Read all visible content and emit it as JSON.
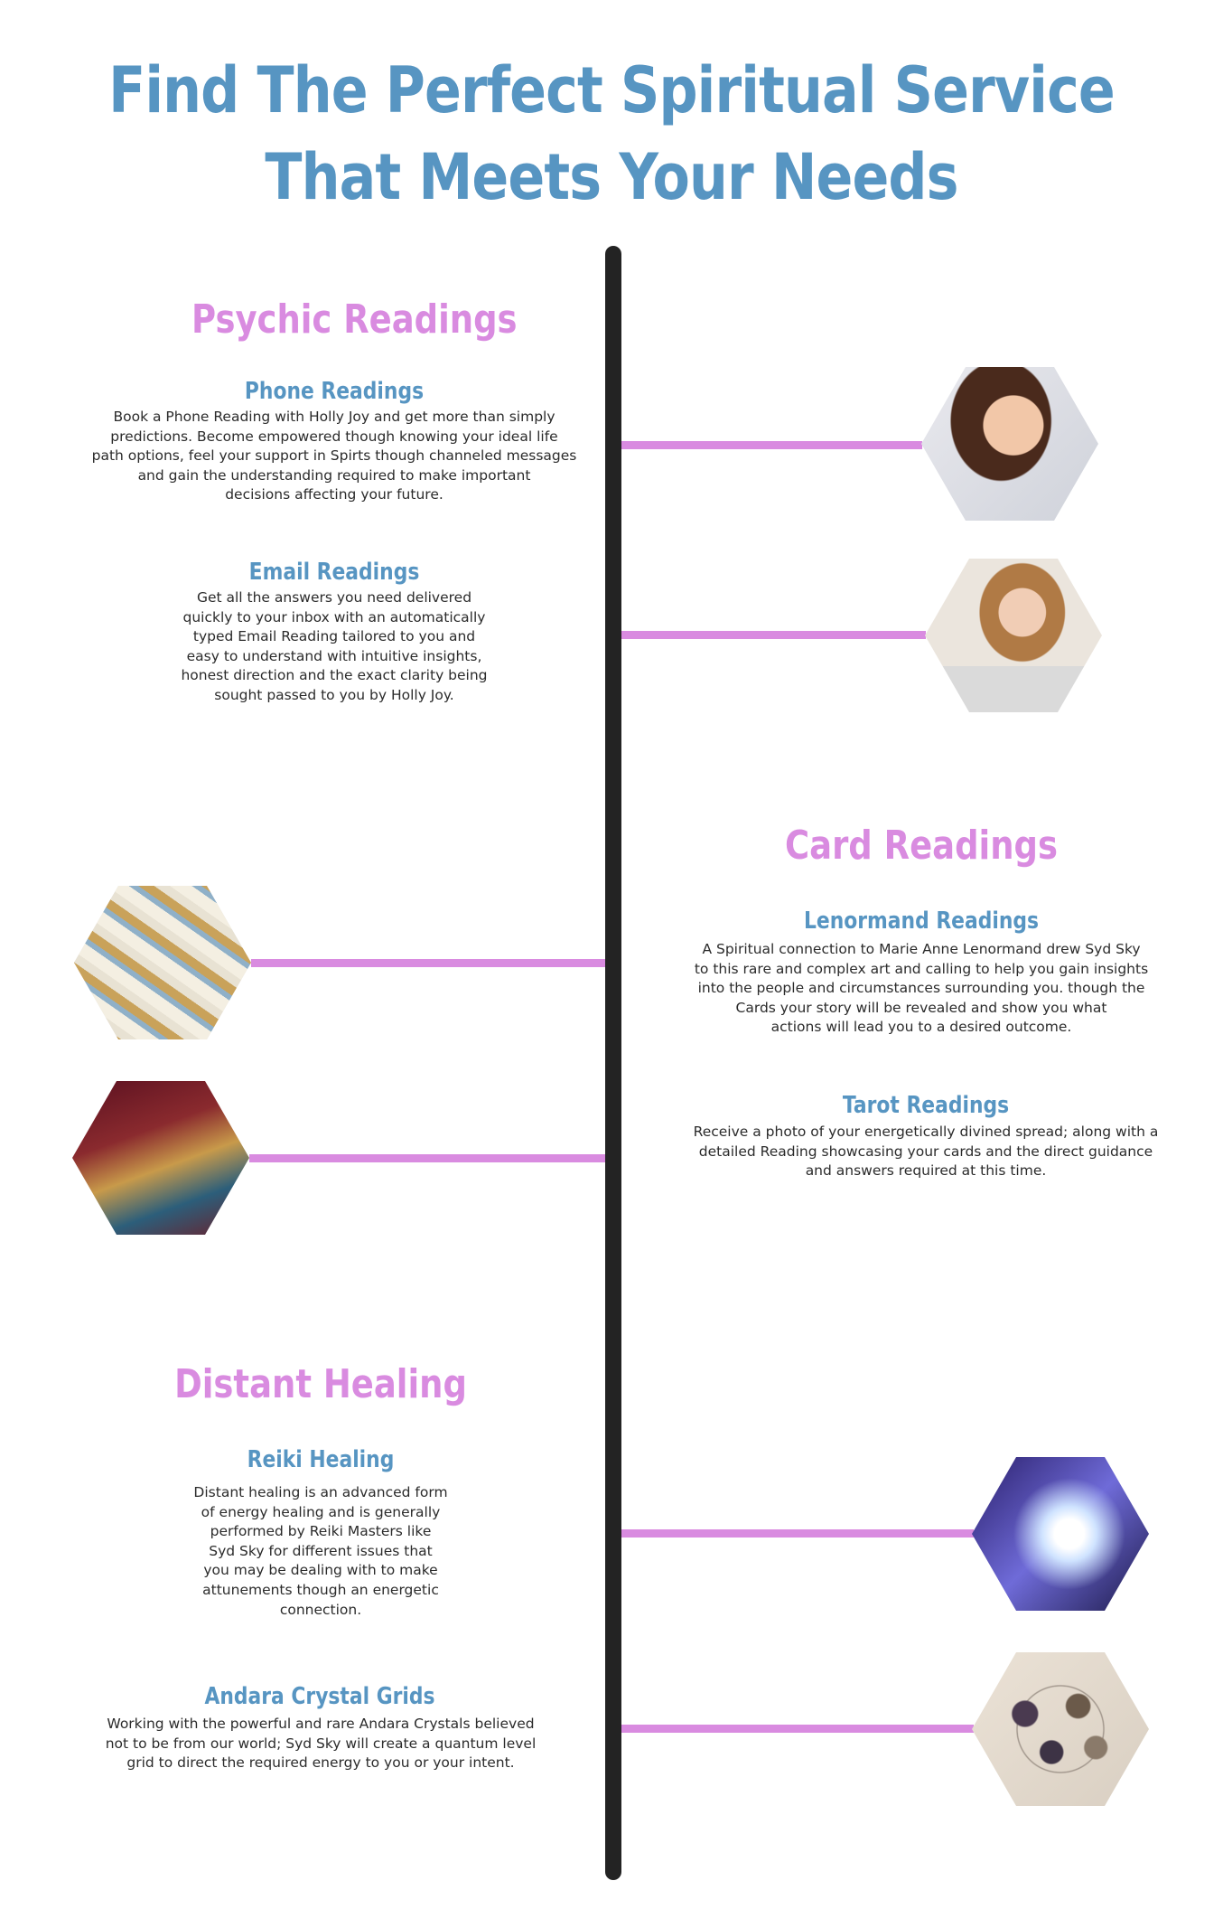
{
  "page": {
    "title_line1": "Find The Perfect Spiritual Service",
    "title_line2": "That Meets Your Needs"
  },
  "sections": [
    {
      "title": "Psychic Readings",
      "services": [
        {
          "title": "Phone Readings",
          "lines": [
            "Book a Phone Reading with Holly Joy and get more than simply",
            "predictions. Become empowered though knowing your ideal life",
            "path options, feel your support in Spirts though channeled messages",
            "and gain the understanding required to make important",
            "decisions affecting your future."
          ],
          "image": "woman-on-phone"
        },
        {
          "title": "Email Readings",
          "lines": [
            "Get all the answers you need delivered",
            "quickly to your inbox with an automatically",
            "typed Email Reading tailored to you and",
            "easy to understand with intuitive insights,",
            "honest direction and the exact clarity being",
            "sought passed to you by Holly Joy."
          ],
          "image": "woman-at-laptop"
        }
      ]
    },
    {
      "title": "Card Readings",
      "services": [
        {
          "title": "Lenormand Readings",
          "lines": [
            "A Spiritual connection to Marie Anne Lenormand drew Syd Sky",
            "to this rare and complex art and calling to help you gain insights",
            "into the people and circumstances surrounding you. though the",
            "Cards your story will be revealed and show you what",
            "actions will lead you to a desired outcome."
          ],
          "image": "lenormand-cards"
        },
        {
          "title": "Tarot Readings",
          "lines": [
            "Receive a photo of your energetically divined spread; along with a",
            "detailed Reading showcasing your cards and the direct guidance",
            "and answers required at this time."
          ],
          "image": "tarot-cards"
        }
      ]
    },
    {
      "title": "Distant Healing",
      "services": [
        {
          "title": "Reiki Healing",
          "lines": [
            "Distant healing is an advanced form",
            "of energy healing and is generally",
            "performed by Reiki Masters like",
            "Syd Sky for different issues that",
            "you may be dealing with to make",
            "attunements though an energetic",
            "connection."
          ],
          "image": "glowing-hands"
        },
        {
          "title": "Andara Crystal Grids",
          "lines": [
            "Working with the powerful and rare Andara Crystals believed",
            "not to be from our world; Syd Sky will create a quantum level",
            "grid to direct the required energy to you or your intent."
          ],
          "image": "crystal-grid"
        }
      ]
    }
  ],
  "colors": {
    "heading_blue": "#5795c2",
    "section_pink": "#d98be0",
    "connector_pink": "#d98be0",
    "spine": "#232323"
  }
}
